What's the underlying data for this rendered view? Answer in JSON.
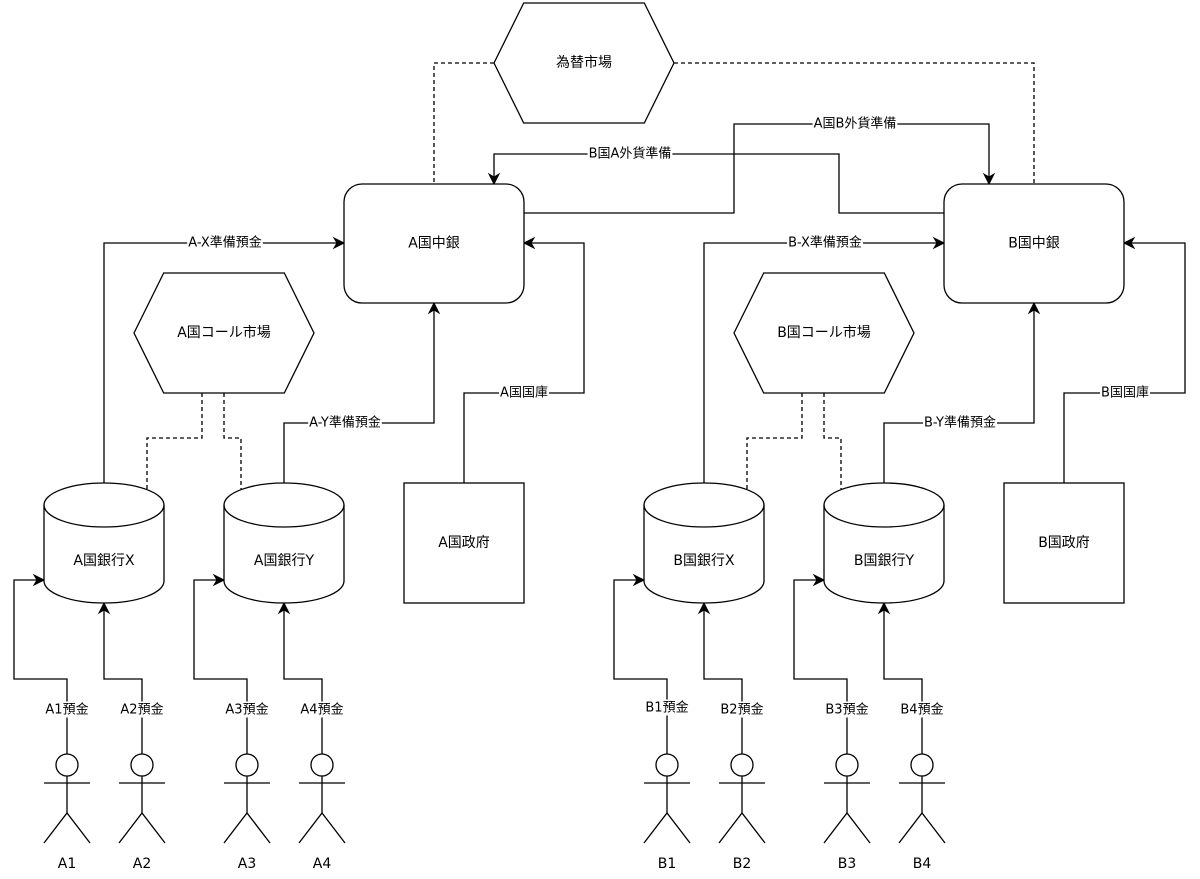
{
  "diagram": {
    "colors": {
      "stroke": "#000000",
      "fill": "#ffffff",
      "text": "#000000"
    },
    "nodes": [
      {
        "id": "fx_market",
        "type": "hexagon",
        "label": "為替市場"
      },
      {
        "id": "a_cb",
        "type": "rounded-rect",
        "label": "A国中銀"
      },
      {
        "id": "b_cb",
        "type": "rounded-rect",
        "label": "B国中銀"
      },
      {
        "id": "a_call",
        "type": "hexagon",
        "label": "A国コール市場"
      },
      {
        "id": "b_call",
        "type": "hexagon",
        "label": "B国コール市場"
      },
      {
        "id": "a_bank_x",
        "type": "cylinder",
        "label": "A国銀行X"
      },
      {
        "id": "a_bank_y",
        "type": "cylinder",
        "label": "A国銀行Y"
      },
      {
        "id": "a_gov",
        "type": "rect",
        "label": "A国政府"
      },
      {
        "id": "b_bank_x",
        "type": "cylinder",
        "label": "B国銀行X"
      },
      {
        "id": "b_bank_y",
        "type": "cylinder",
        "label": "B国銀行Y"
      },
      {
        "id": "b_gov",
        "type": "rect",
        "label": "B国政府"
      }
    ],
    "actors": [
      {
        "id": "A1",
        "label": "A1"
      },
      {
        "id": "A2",
        "label": "A2"
      },
      {
        "id": "A3",
        "label": "A3"
      },
      {
        "id": "A4",
        "label": "A4"
      },
      {
        "id": "B1",
        "label": "B1"
      },
      {
        "id": "B2",
        "label": "B2"
      },
      {
        "id": "B3",
        "label": "B3"
      },
      {
        "id": "B4",
        "label": "B4"
      }
    ],
    "edges": [
      {
        "id": "a_holds_b_fx",
        "from": "a_cb",
        "to": "b_cb",
        "label": "A国B外貨準備",
        "style": "solid",
        "arrow": true
      },
      {
        "id": "b_holds_a_fx",
        "from": "b_cb",
        "to": "a_cb",
        "label": "B国A外貨準備",
        "style": "solid",
        "arrow": true
      },
      {
        "id": "fx_a",
        "from": "fx_market",
        "to": "a_cb",
        "label": "",
        "style": "dashed",
        "arrow": false
      },
      {
        "id": "fx_b",
        "from": "fx_market",
        "to": "b_cb",
        "label": "",
        "style": "dashed",
        "arrow": false
      },
      {
        "id": "a_x_reserve",
        "from": "a_bank_x",
        "to": "a_cb",
        "label": "A-X準備預金",
        "style": "solid",
        "arrow": true
      },
      {
        "id": "a_y_reserve",
        "from": "a_bank_y",
        "to": "a_cb",
        "label": "A-Y準備預金",
        "style": "solid",
        "arrow": true
      },
      {
        "id": "a_treasury",
        "from": "a_gov",
        "to": "a_cb",
        "label": "A国国庫",
        "style": "solid",
        "arrow": true
      },
      {
        "id": "a_call_x",
        "from": "a_call",
        "to": "a_bank_x",
        "label": "",
        "style": "dashed",
        "arrow": false
      },
      {
        "id": "a_call_y",
        "from": "a_call",
        "to": "a_bank_y",
        "label": "",
        "style": "dashed",
        "arrow": false
      },
      {
        "id": "b_x_reserve",
        "from": "b_bank_x",
        "to": "b_cb",
        "label": "B-X準備預金",
        "style": "solid",
        "arrow": true
      },
      {
        "id": "b_y_reserve",
        "from": "b_bank_y",
        "to": "b_cb",
        "label": "B-Y準備預金",
        "style": "solid",
        "arrow": true
      },
      {
        "id": "b_treasury",
        "from": "b_gov",
        "to": "b_cb",
        "label": "B国国庫",
        "style": "solid",
        "arrow": true
      },
      {
        "id": "b_call_x",
        "from": "b_call",
        "to": "b_bank_x",
        "label": "",
        "style": "dashed",
        "arrow": false
      },
      {
        "id": "b_call_y",
        "from": "b_call",
        "to": "b_bank_y",
        "label": "",
        "style": "dashed",
        "arrow": false
      },
      {
        "id": "a1_dep",
        "from": "A1",
        "to": "a_bank_x",
        "label": "A1預金",
        "style": "solid",
        "arrow": true
      },
      {
        "id": "a2_dep",
        "from": "A2",
        "to": "a_bank_x",
        "label": "A2預金",
        "style": "solid",
        "arrow": true
      },
      {
        "id": "a3_dep",
        "from": "A3",
        "to": "a_bank_y",
        "label": "A3預金",
        "style": "solid",
        "arrow": true
      },
      {
        "id": "a4_dep",
        "from": "A4",
        "to": "a_bank_y",
        "label": "A4預金",
        "style": "solid",
        "arrow": true
      },
      {
        "id": "b1_dep",
        "from": "B1",
        "to": "b_bank_x",
        "label": "B1預金",
        "style": "solid",
        "arrow": true
      },
      {
        "id": "b2_dep",
        "from": "B2",
        "to": "b_bank_x",
        "label": "B2預金",
        "style": "solid",
        "arrow": true
      },
      {
        "id": "b3_dep",
        "from": "B3",
        "to": "b_bank_y",
        "label": "B3預金",
        "style": "solid",
        "arrow": true
      },
      {
        "id": "b4_dep",
        "from": "B4",
        "to": "b_bank_y",
        "label": "B4預金",
        "style": "solid",
        "arrow": true
      }
    ]
  }
}
